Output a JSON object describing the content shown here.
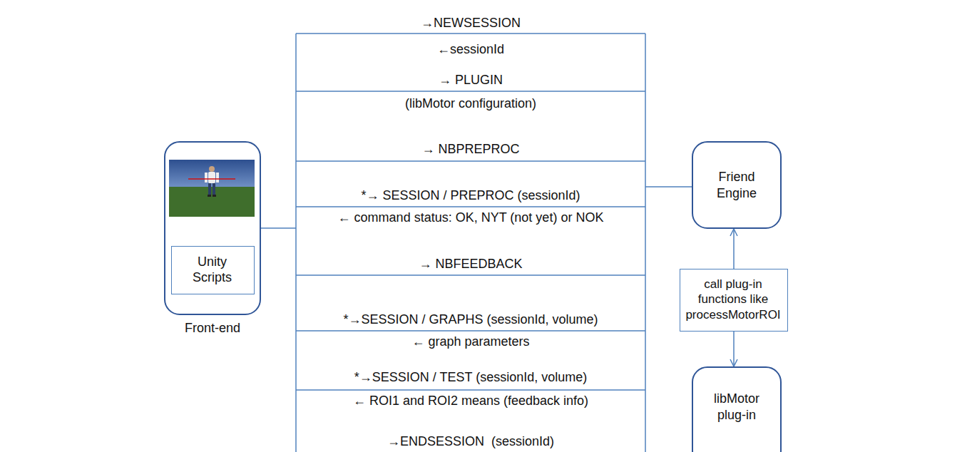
{
  "diagram": {
    "nodes": [
      {
        "text": [
          "Front-end"
        ]
      },
      {
        "text": [
          "Unity Scripts"
        ],
        "in": 0
      },
      {
        "text": [
          "Friend Engine"
        ]
      },
      {
        "text": [
          "call plug-in functions like processMotorROI"
        ]
      },
      {
        "text": [
          "libMotor plug-in"
        ]
      }
    ],
    "edges": [
      {
        "from": 3,
        "to": 2,
        "arrow": "to"
      },
      {
        "from": 3,
        "to": 4,
        "arrow": "to"
      }
    ],
    "labels": [
      "→NEWSESSION",
      "←sessionId",
      "→ PLUGIN",
      "(libMotor configuration)",
      "→ NBPREPROC",
      "*→ SESSION / PREPROC (sessionId)",
      "← command status: OK, NYT (not yet) or NOK",
      "→ NBFEEDBACK",
      "*→SESSION / GRAPHS (sessionId, volume)",
      "← graph parameters",
      "*→SESSION / TEST (sessionId, volume)",
      "← ROI1 and ROI2 means (feedback info)",
      "→ENDSESSION  (sessionId)"
    ]
  }
}
